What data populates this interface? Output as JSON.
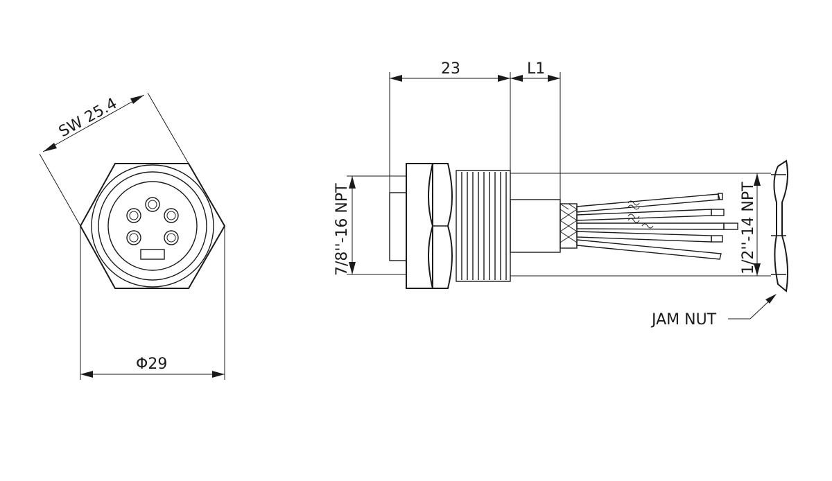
{
  "dimensions": {
    "across_flats": "SW 25.4",
    "diameter": "Φ29",
    "length_body": "23",
    "length_l1": "L1",
    "thread_panel": "7/8''-16 NPT",
    "thread_rear": "1/2''-14 NPT"
  },
  "labels": {
    "jam_nut": "JAM NUT"
  },
  "colors": {
    "line": "#1a1a1a",
    "background": "#ffffff"
  }
}
